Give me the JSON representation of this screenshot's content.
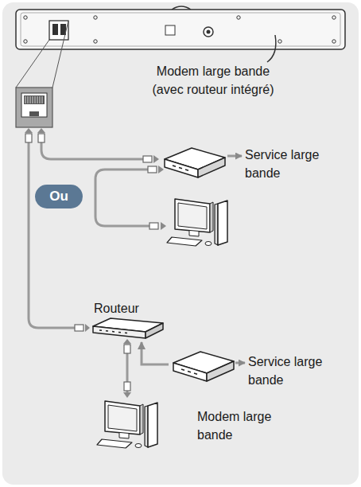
{
  "diagram": {
    "nodes": [
      {
        "text": [
          "Modem large bande (avec routeur intégré)"
        ]
      },
      {
        "text": [
          "Ou"
        ]
      },
      {
        "text": [
          "Routeur"
        ]
      },
      {
        "text": [
          "Modem large bande"
        ]
      }
    ],
    "edges": [
      {
        "from": 3,
        "to": 2,
        "arrow": "to"
      }
    ],
    "labels": [
      "Service large bande",
      "Service large bande"
    ]
  }
}
